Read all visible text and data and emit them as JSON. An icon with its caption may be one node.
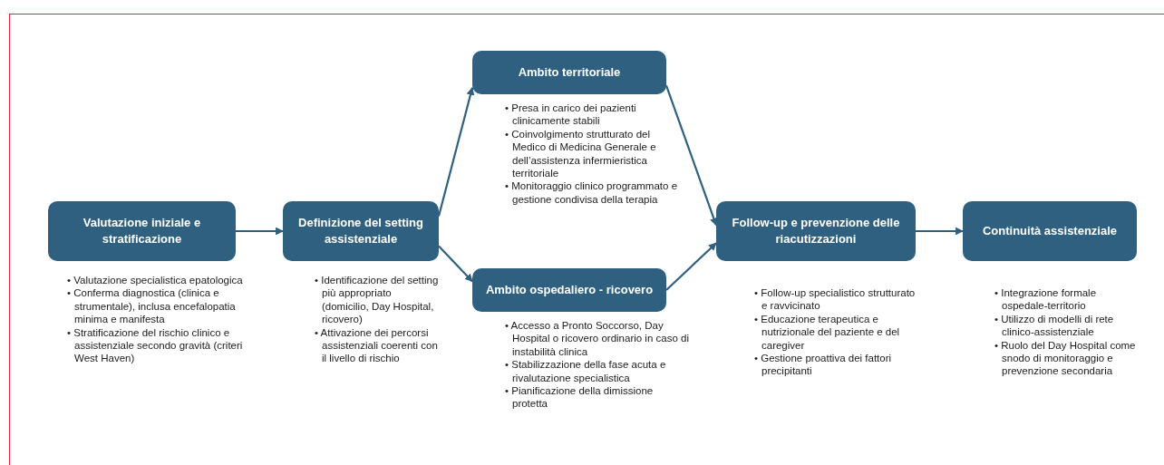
{
  "diagram": {
    "nodes": [
      {
        "text": [
          "Valutazione iniziale e stratificazione"
        ],
        "beside": [
          "• Valutazione specialistica epatologica",
          "• Conferma diagnostica (clinica e strumentale), inclusa encefalopatia minima e manifesta",
          "• Stratificazione del rischio clinico e assistenziale secondo gravità (criteri West Haven)"
        ]
      },
      {
        "text": [
          "Definizione del setting assistenziale"
        ],
        "beside": [
          "• Identificazione del setting più appropriato (domicilio, Day Hospital, ricovero)",
          "• Attivazione dei percorsi assistenziali coerenti con il livello di rischio"
        ]
      },
      {
        "text": [
          "Ambito territoriale"
        ],
        "beside": [
          "• Presa in carico dei pazienti clinicamente stabili",
          "• Coinvolgimento strutturato del Medico di Medicina Generale e dell’assistenza infermieristica territoriale",
          "• Monitoraggio clinico programmato e gestione condivisa della terapia"
        ]
      },
      {
        "text": [
          "Ambito ospedaliero - ricovero"
        ],
        "beside": [
          "• Accesso a Pronto Soccorso, Day Hospital o ricovero ordinario in caso di instabilità clinica",
          "• Stabilizzazione della fase acuta e rivalutazione specialistica",
          "• Pianificazione della dimissione protetta"
        ]
      },
      {
        "text": [
          "Follow-up e prevenzione delle riacutizzazioni"
        ],
        "beside": [
          "• Follow-up specialistico strutturato e ravvicinato",
          "• Educazione terapeutica e nutrizionale del paziente e del caregiver",
          "• Gestione proattiva dei fattori precipitanti"
        ]
      },
      {
        "text": [
          "Continuità assistenziale"
        ],
        "beside": [
          "• Integrazione formale ospedale-territorio",
          "• Utilizzo di modelli di rete clinico-assistenziale",
          "• Ruolo del Day Hospital come snodo di monitoraggio e prevenzione secondaria"
        ]
      }
    ],
    "edges": [
      {
        "from": 0,
        "to": 1,
        "arrow": "to"
      },
      {
        "from": 1,
        "to": 2,
        "arrow": "to"
      },
      {
        "from": 1,
        "to": 3,
        "arrow": "to"
      },
      {
        "from": 2,
        "to": 4,
        "arrow": "to"
      },
      {
        "from": 3,
        "to": 4,
        "arrow": "to"
      },
      {
        "from": 4,
        "to": 5,
        "arrow": "to"
      }
    ]
  }
}
